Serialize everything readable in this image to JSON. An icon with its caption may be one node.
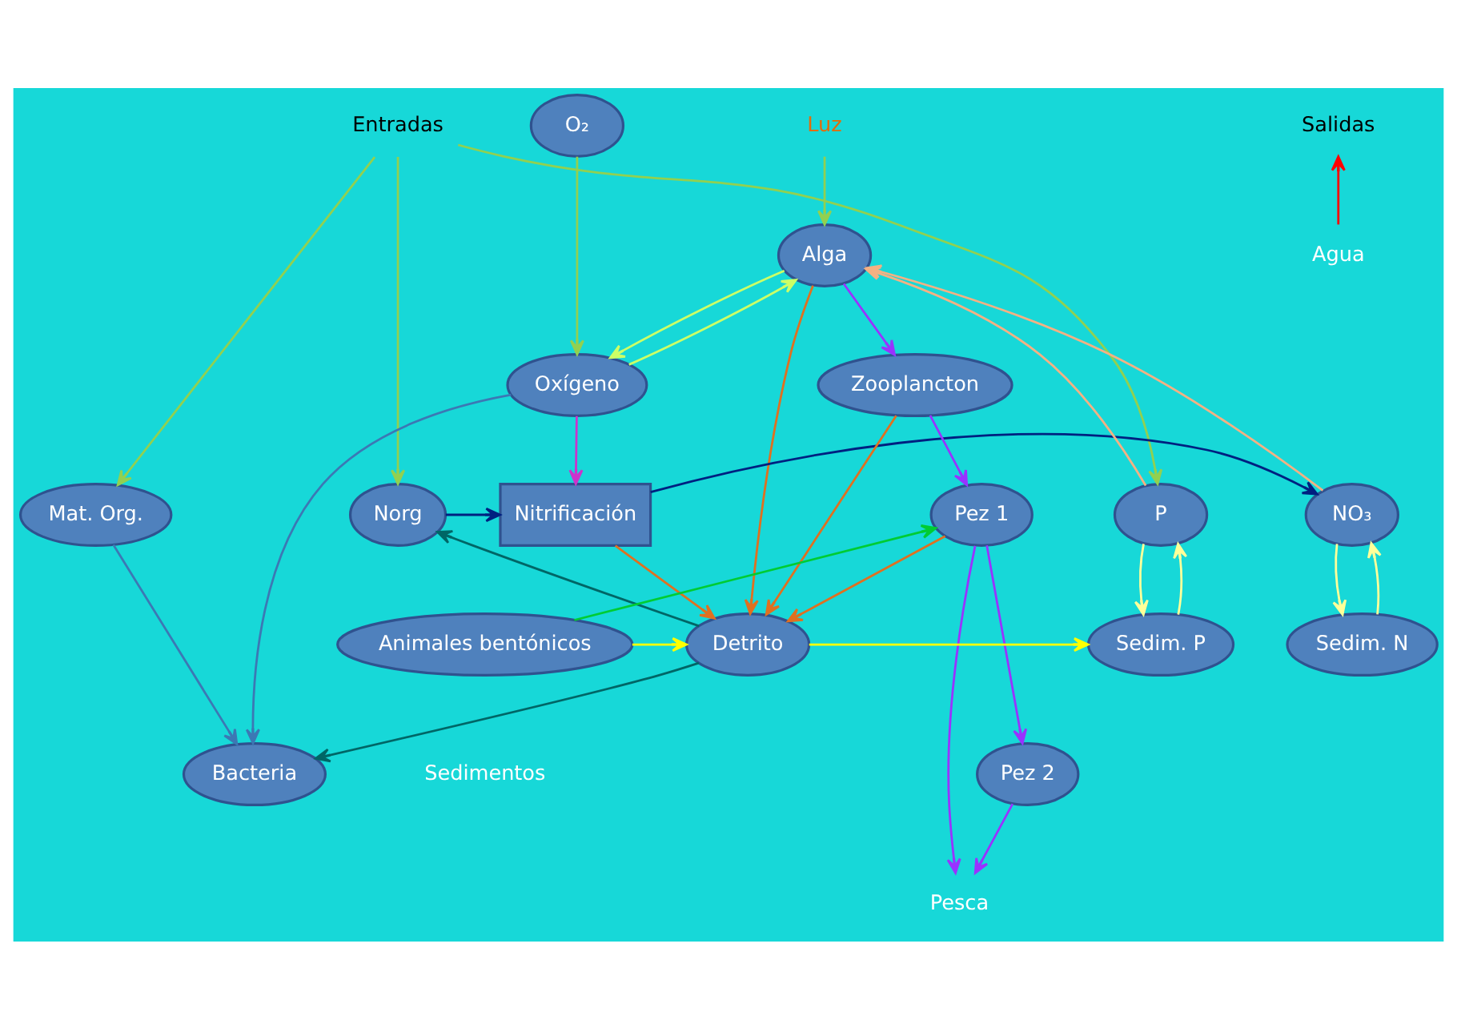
{
  "diagram": {
    "nodes": [
      {
        "text": [
          "Entradas"
        ]
      },
      {
        "text": [
          "O₂"
        ]
      },
      {
        "text": [
          "Luz"
        ]
      },
      {
        "text": [
          "Salidas"
        ]
      },
      {
        "text": [
          "Alga"
        ]
      },
      {
        "text": [
          "Norg"
        ]
      },
      {
        "text": [
          "Nitrificación"
        ]
      },
      {
        "text": [
          "NO₃"
        ]
      },
      {
        "text": [
          "P"
        ]
      },
      {
        "text": [
          "Agua"
        ]
      },
      {
        "text": [
          "Zooplancton"
        ]
      },
      {
        "text": [
          "Oxígeno"
        ]
      },
      {
        "text": [
          "Pez 1"
        ]
      },
      {
        "text": [
          "Pesca"
        ]
      },
      {
        "text": [
          "Mat. Org."
        ]
      },
      {
        "text": [
          "Pez 2"
        ]
      },
      {
        "text": [
          "Bacteria"
        ]
      },
      {
        "text": [
          "Sedim. P"
        ]
      },
      {
        "text": [
          "Detrito"
        ]
      },
      {
        "text": [
          "Sedim. N"
        ]
      },
      {
        "text": [
          "Animales bentónicos"
        ]
      }
    ],
    "edges": [
      {
        "from": 0,
        "to": 8,
        "arrow": "to",
        "color": "#92d050"
      },
      {
        "from": 0,
        "to": 5,
        "arrow": "to",
        "color": "#92d050"
      },
      {
        "from": 0,
        "to": 14,
        "arrow": "to",
        "color": "#92d050"
      },
      {
        "from": 1,
        "to": 11,
        "arrow": "to",
        "color": "#92d050"
      },
      {
        "from": 2,
        "to": 4,
        "arrow": "to",
        "color": "#92d050"
      },
      {
        "from": 9,
        "to": 3,
        "arrow": "to",
        "color": "#ff0000"
      },
      {
        "from": 8,
        "to": 4,
        "arrow": "to",
        "color": "#f4b183"
      },
      {
        "from": 8,
        "to": 17,
        "arrow": "to",
        "color": "#ffff99"
      },
      {
        "from": 17,
        "to": 8,
        "arrow": "to",
        "color": "#ffff99"
      },
      {
        "from": 5,
        "to": 6,
        "arrow": "to",
        "color": "#002080"
      },
      {
        "from": 6,
        "to": 7,
        "arrow": "to",
        "color": "#002080"
      },
      {
        "from": 7,
        "to": 4,
        "arrow": "to",
        "color": "#f4b183"
      },
      {
        "from": 4,
        "to": 10,
        "arrow": "to",
        "color": "#9933ff"
      },
      {
        "from": 11,
        "to": 4,
        "arrow": "to",
        "color": "#ccff66"
      },
      {
        "from": 4,
        "to": 11,
        "arrow": "to",
        "color": "#ccff66"
      },
      {
        "from": 11,
        "to": 6,
        "arrow": "to",
        "color": "#cc33cc"
      },
      {
        "from": 11,
        "to": 16,
        "arrow": "to",
        "color": "#3c78b4"
      },
      {
        "from": 14,
        "to": 16,
        "arrow": "to",
        "color": "#3c78b4"
      },
      {
        "from": 18,
        "to": 16,
        "arrow": "to",
        "color": "#006666"
      },
      {
        "from": 18,
        "to": 5,
        "arrow": "to",
        "color": "#006666"
      },
      {
        "from": 4,
        "to": 18,
        "arrow": "to",
        "color": "#e07020"
      },
      {
        "from": 6,
        "to": 18,
        "arrow": "to",
        "color": "#e07020"
      },
      {
        "from": 10,
        "to": 18,
        "arrow": "to",
        "color": "#e07020"
      },
      {
        "from": 12,
        "to": 18,
        "arrow": "to",
        "color": "#e07020"
      },
      {
        "from": 10,
        "to": 12,
        "arrow": "to",
        "color": "#9933ff"
      },
      {
        "from": 12,
        "to": 13,
        "arrow": "to",
        "color": "#9933ff"
      },
      {
        "from": 12,
        "to": 15,
        "arrow": "to",
        "color": "#9933ff"
      },
      {
        "from": 15,
        "to": 13,
        "arrow": "to",
        "color": "#9933ff"
      },
      {
        "from": 20,
        "to": 12,
        "arrow": "to",
        "color": "#00cc33"
      },
      {
        "from": 20,
        "to": 18,
        "arrow": "to",
        "color": "#ffff00"
      },
      {
        "from": 18,
        "to": 17,
        "arrow": "to",
        "color": "#ffff00"
      },
      {
        "from": 7,
        "to": 19,
        "arrow": "to",
        "color": "#ffff99"
      },
      {
        "from": 19,
        "to": 7,
        "arrow": "to",
        "color": "#ffff99"
      }
    ],
    "labels": [
      "Sedimentos"
    ]
  }
}
